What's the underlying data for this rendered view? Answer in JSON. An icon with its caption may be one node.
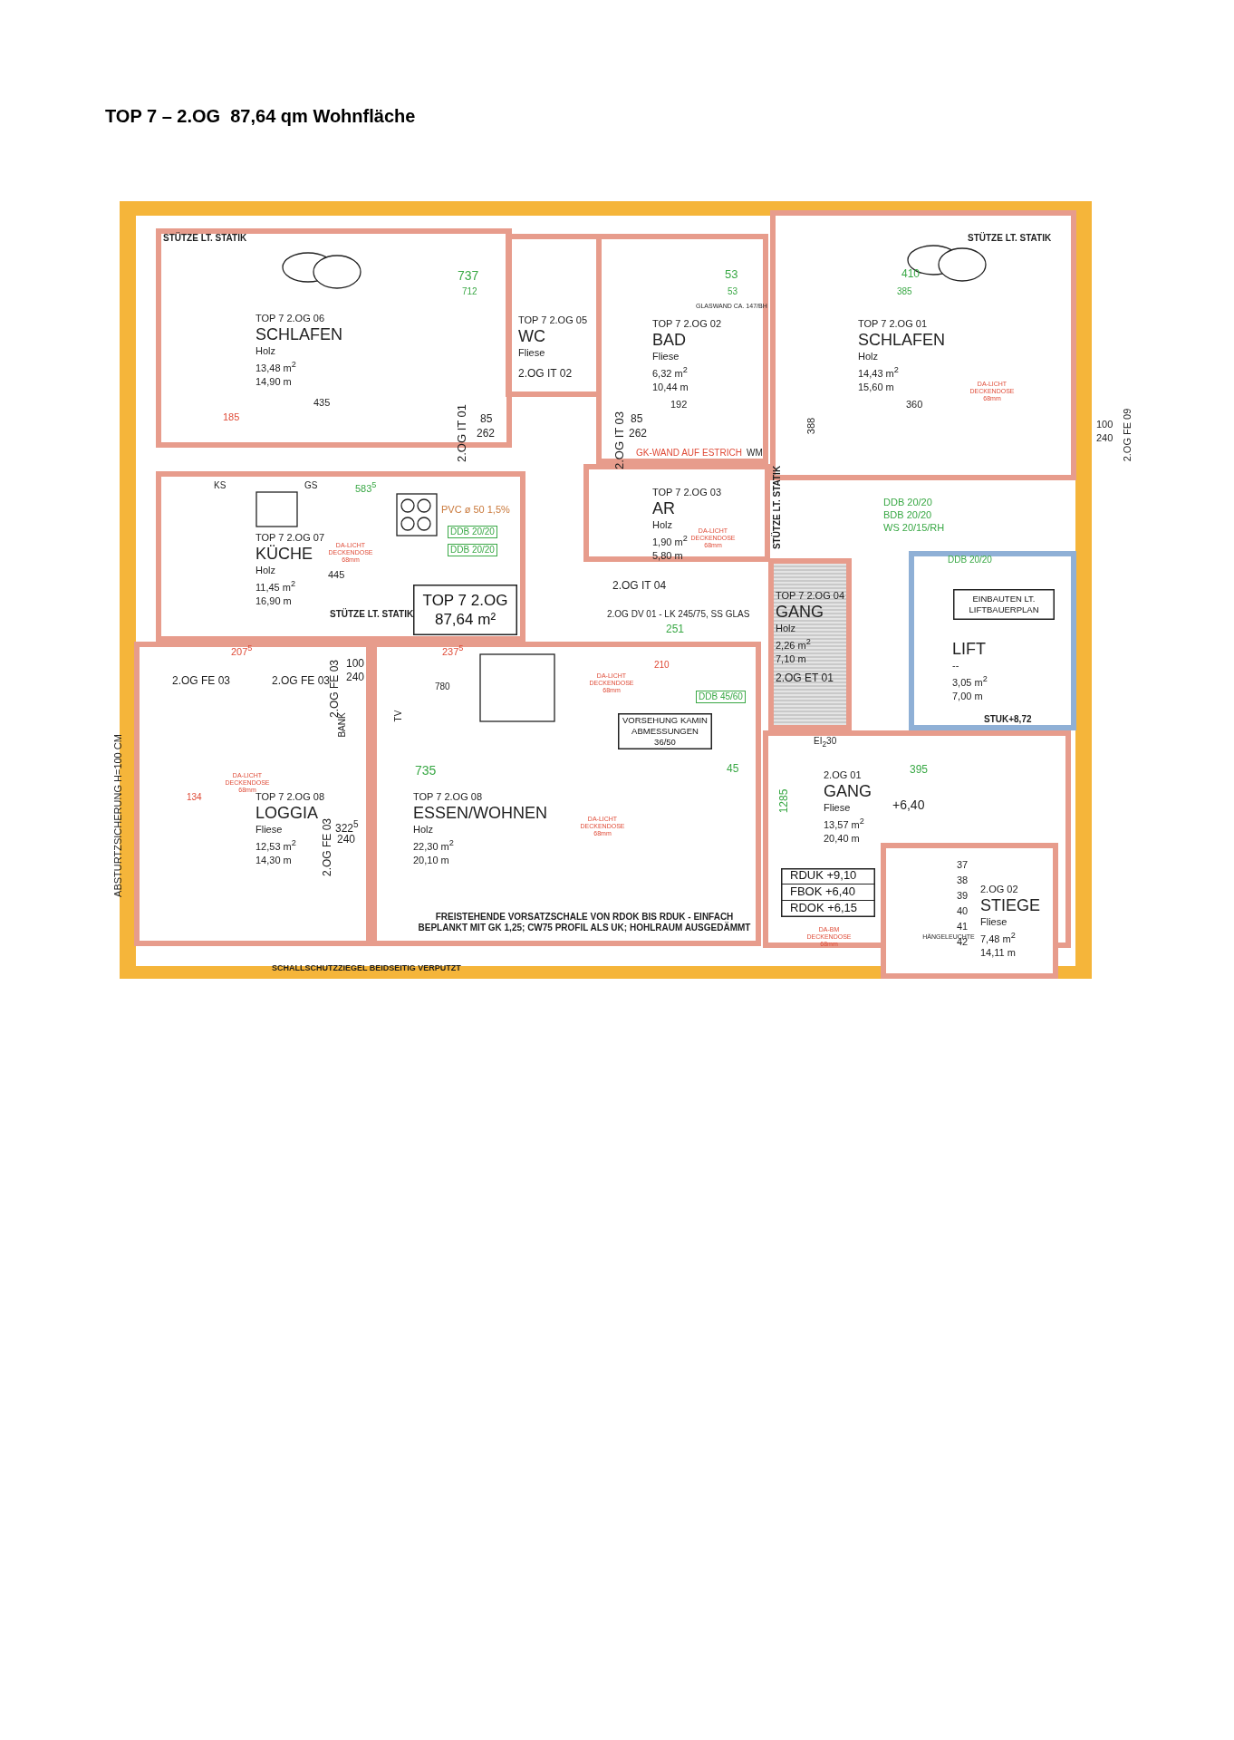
{
  "diagram": {
    "title": "TOP 7 – 2.OG  87,64 qm Wohnfläche",
    "nodes": [
      {
        "text": [
          "TOP 7 2.OG 06",
          "SCHLAFEN",
          "Holz",
          "13,48 m$^{2}$",
          "14,90 m"
        ]
      },
      {
        "text": [
          "TOP 7 2.OG 05",
          "WC",
          "Fliese"
        ]
      },
      {
        "text": [
          "TOP 7 2.OG 02",
          "BAD",
          "Fliese",
          "6,32 m$^{2}$",
          "10,44 m"
        ]
      },
      {
        "text": [
          "TOP 7 2.OG 01",
          "SCHLAFEN",
          "Holz",
          "14,43 m$^{2}$",
          "15,60 m"
        ]
      },
      {
        "text": [
          "TOP 7 2.OG 07",
          "KÜCHE",
          "Holz",
          "11,45 m$^{2}$",
          "16,90 m"
        ]
      },
      {
        "text": [
          "TOP 7 2.OG",
          "87,64 m²"
        ],
        "in": 4
      },
      {
        "text": [
          "TOP 7 2.OG 03",
          "AR",
          "Holz",
          "1,90 m$^{2}$",
          "5,80 m"
        ]
      },
      {
        "text": [
          "TOP 7 2.OG 04",
          "GANG",
          "Holz",
          "2,26 m$^{2}$",
          "7,10 m"
        ]
      },
      {
        "text": [
          "LIFT",
          "--",
          "3,05 m$^{2}$",
          "7,00 m"
        ]
      },
      {
        "text": [
          "EINBAUTEN LT. LIFTBAUERPLAN"
        ],
        "in": 8
      },
      {
        "text": [
          "TOP 7 2.OG 08",
          "LOGGIA",
          "Fliese",
          "12,53 m$^{2}$",
          "14,30 m"
        ]
      },
      {
        "text": [
          "TOP 7 2.OG 08",
          "ESSEN/WOHNEN",
          "Holz",
          "22,30 m$^{2}$",
          "20,10 m"
        ]
      },
      {
        "text": [
          "VORSEHUNG KAMIN ABMESSUNGEN 36/50"
        ],
        "in": 11
      },
      {
        "text": [
          "2.OG 01",
          "GANG",
          "Fliese",
          "13,57 m$^{2}$",
          "20,40 m"
        ]
      },
      {
        "text": [
          "RDUK +9,10",
          "FBOK +6,40",
          "RDOK +6,15"
        ],
        "in": 13
      },
      {
        "text": [
          "2.OG 02",
          "STIEGE",
          "Fliese",
          "7,48 m$^{2}$",
          "14,11 m"
        ]
      }
    ],
    "labels": [
      "STÜTZE LT. STATIK",
      "STÜTZE LT. STATIK",
      "STÜTZE LT. STATIK",
      "STÜTZE LT. STATIK",
      "737",
      "712",
      "435",
      "185",
      "2.OG IT 01",
      "85",
      "262",
      "2.OG IT 02",
      "2.OG IT 03",
      "85",
      "262",
      "192",
      "GLASWAND CA. 147/BH",
      "53",
      "53",
      "410",
      "385",
      "360",
      "388",
      "GK-WAND AUF ESTRICH",
      "WM",
      "DDB 20/20",
      "BDB 20/20",
      "WS 20/15/RH",
      "DA-LICHT DECKENDOSE 68mm",
      "KS",
      "GS",
      "583$^{5}$",
      "PVC ø 50 1,5%",
      "DDB 20/20",
      "DDB 20/20",
      "DA-LICHT DECKENDOSE 68mm",
      "445",
      "207$^{5}$",
      "237$^{5}$",
      "2.OG FE 03",
      "2.OG FE 03",
      "2.OG FE 03",
      "100",
      "240",
      "780",
      "DA-LICHT DECKENDOSE 68mm",
      "2.OG IT 04",
      "2.OG DV 01 - LK 245/75, SS GLAS",
      "251",
      "210",
      "DA-LICHT DECKENDOSE 68mm",
      "2.OG ET 01",
      "EI$_{2}$30",
      "DDB 45/60",
      "45",
      "1285",
      "395",
      "STUK+8,72",
      "DDB 20/20",
      "735",
      "DA-LICHT DECKENDOSE 68mm",
      "134",
      "BANK",
      "TV",
      "322$^{5}$",
      "240",
      "2.OG FE 03",
      "DA-LICHT DECKENDOSE 68mm",
      "+6,40",
      "ABSTURTZSICHERUNG H=100 CM",
      "FREISTEHENDE VORSATZSCHALE VON RDOK BIS RDUK - EINFACH BEPLANKT MIT GK 1,25; CW75 PROFIL ALS UK; HOHLRAUM AUSGEDÄMMT",
      "SCHALLSCHUTZZIEGEL BEIDSEITIG VERPUTZT",
      "HÄNGELEUCHTE",
      "37",
      "38",
      "39",
      "40",
      "41",
      "42",
      "DA-BM DECKENDOSE 68mm",
      "100",
      "240",
      "2.OG FE 09"
    ]
  }
}
